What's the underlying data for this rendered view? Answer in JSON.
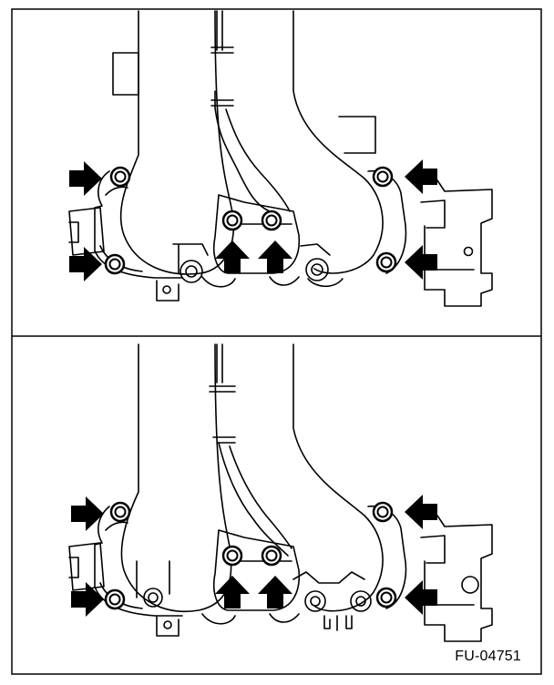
{
  "figure": {
    "code": "FU-04751"
  },
  "panels": [
    {
      "id": "top",
      "arrow_count": 6,
      "bolt_count": 6
    },
    {
      "id": "bottom",
      "arrow_count": 6,
      "bolt_count": 6
    }
  ],
  "colors": {
    "line": "#000000",
    "background": "#ffffff",
    "arrow_fill": "#000000"
  }
}
